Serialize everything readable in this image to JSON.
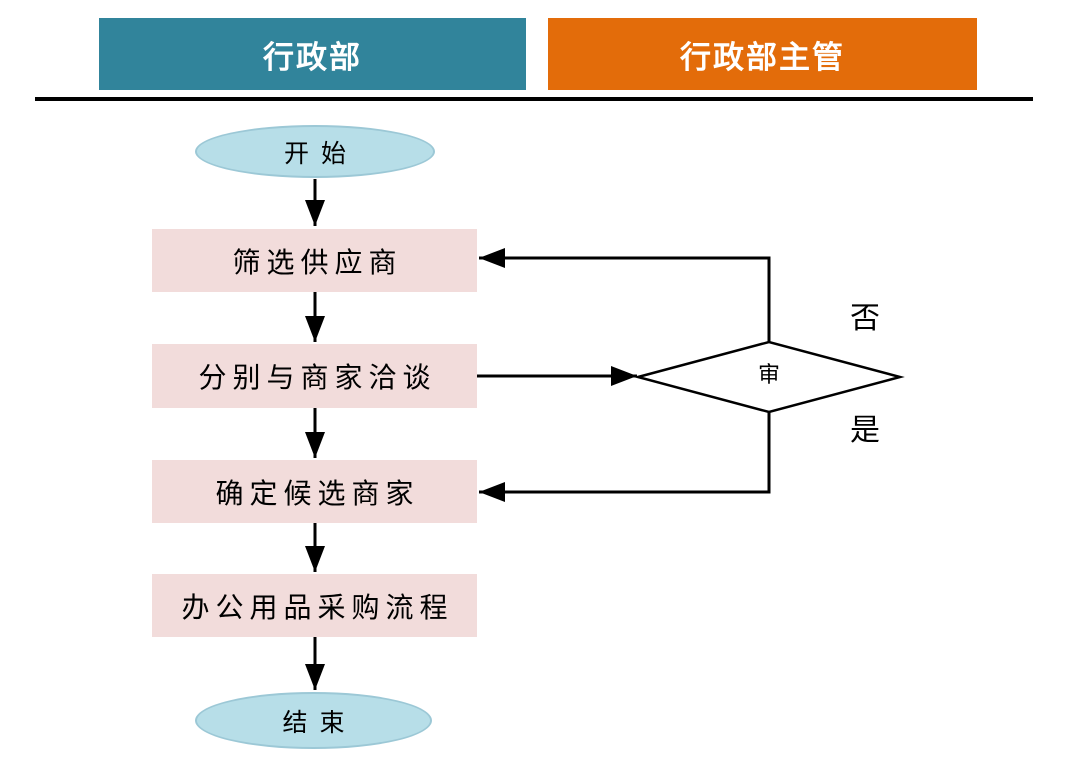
{
  "header": {
    "left_label": "行政部",
    "right_label": "行政部主管"
  },
  "flowchart": {
    "start": "开始",
    "steps": [
      "筛选供应商",
      "分别与商家洽谈",
      "确定候选商家",
      "办公用品采购流程"
    ],
    "decision": "审",
    "branch_no": "否",
    "branch_yes": "是",
    "end": "结束"
  },
  "colors": {
    "header_left_bg": "#31849B",
    "header_right_bg": "#E36C0A",
    "header_text": "#FFFFFF",
    "rule": "#000000",
    "process_fill": "#F2DCDB",
    "process_border": "#ECD4D2",
    "terminator_fill": "#B7DEE8",
    "terminator_border": "#9CC8D6",
    "decision_fill": "#FFFFFF",
    "line": "#000000"
  }
}
